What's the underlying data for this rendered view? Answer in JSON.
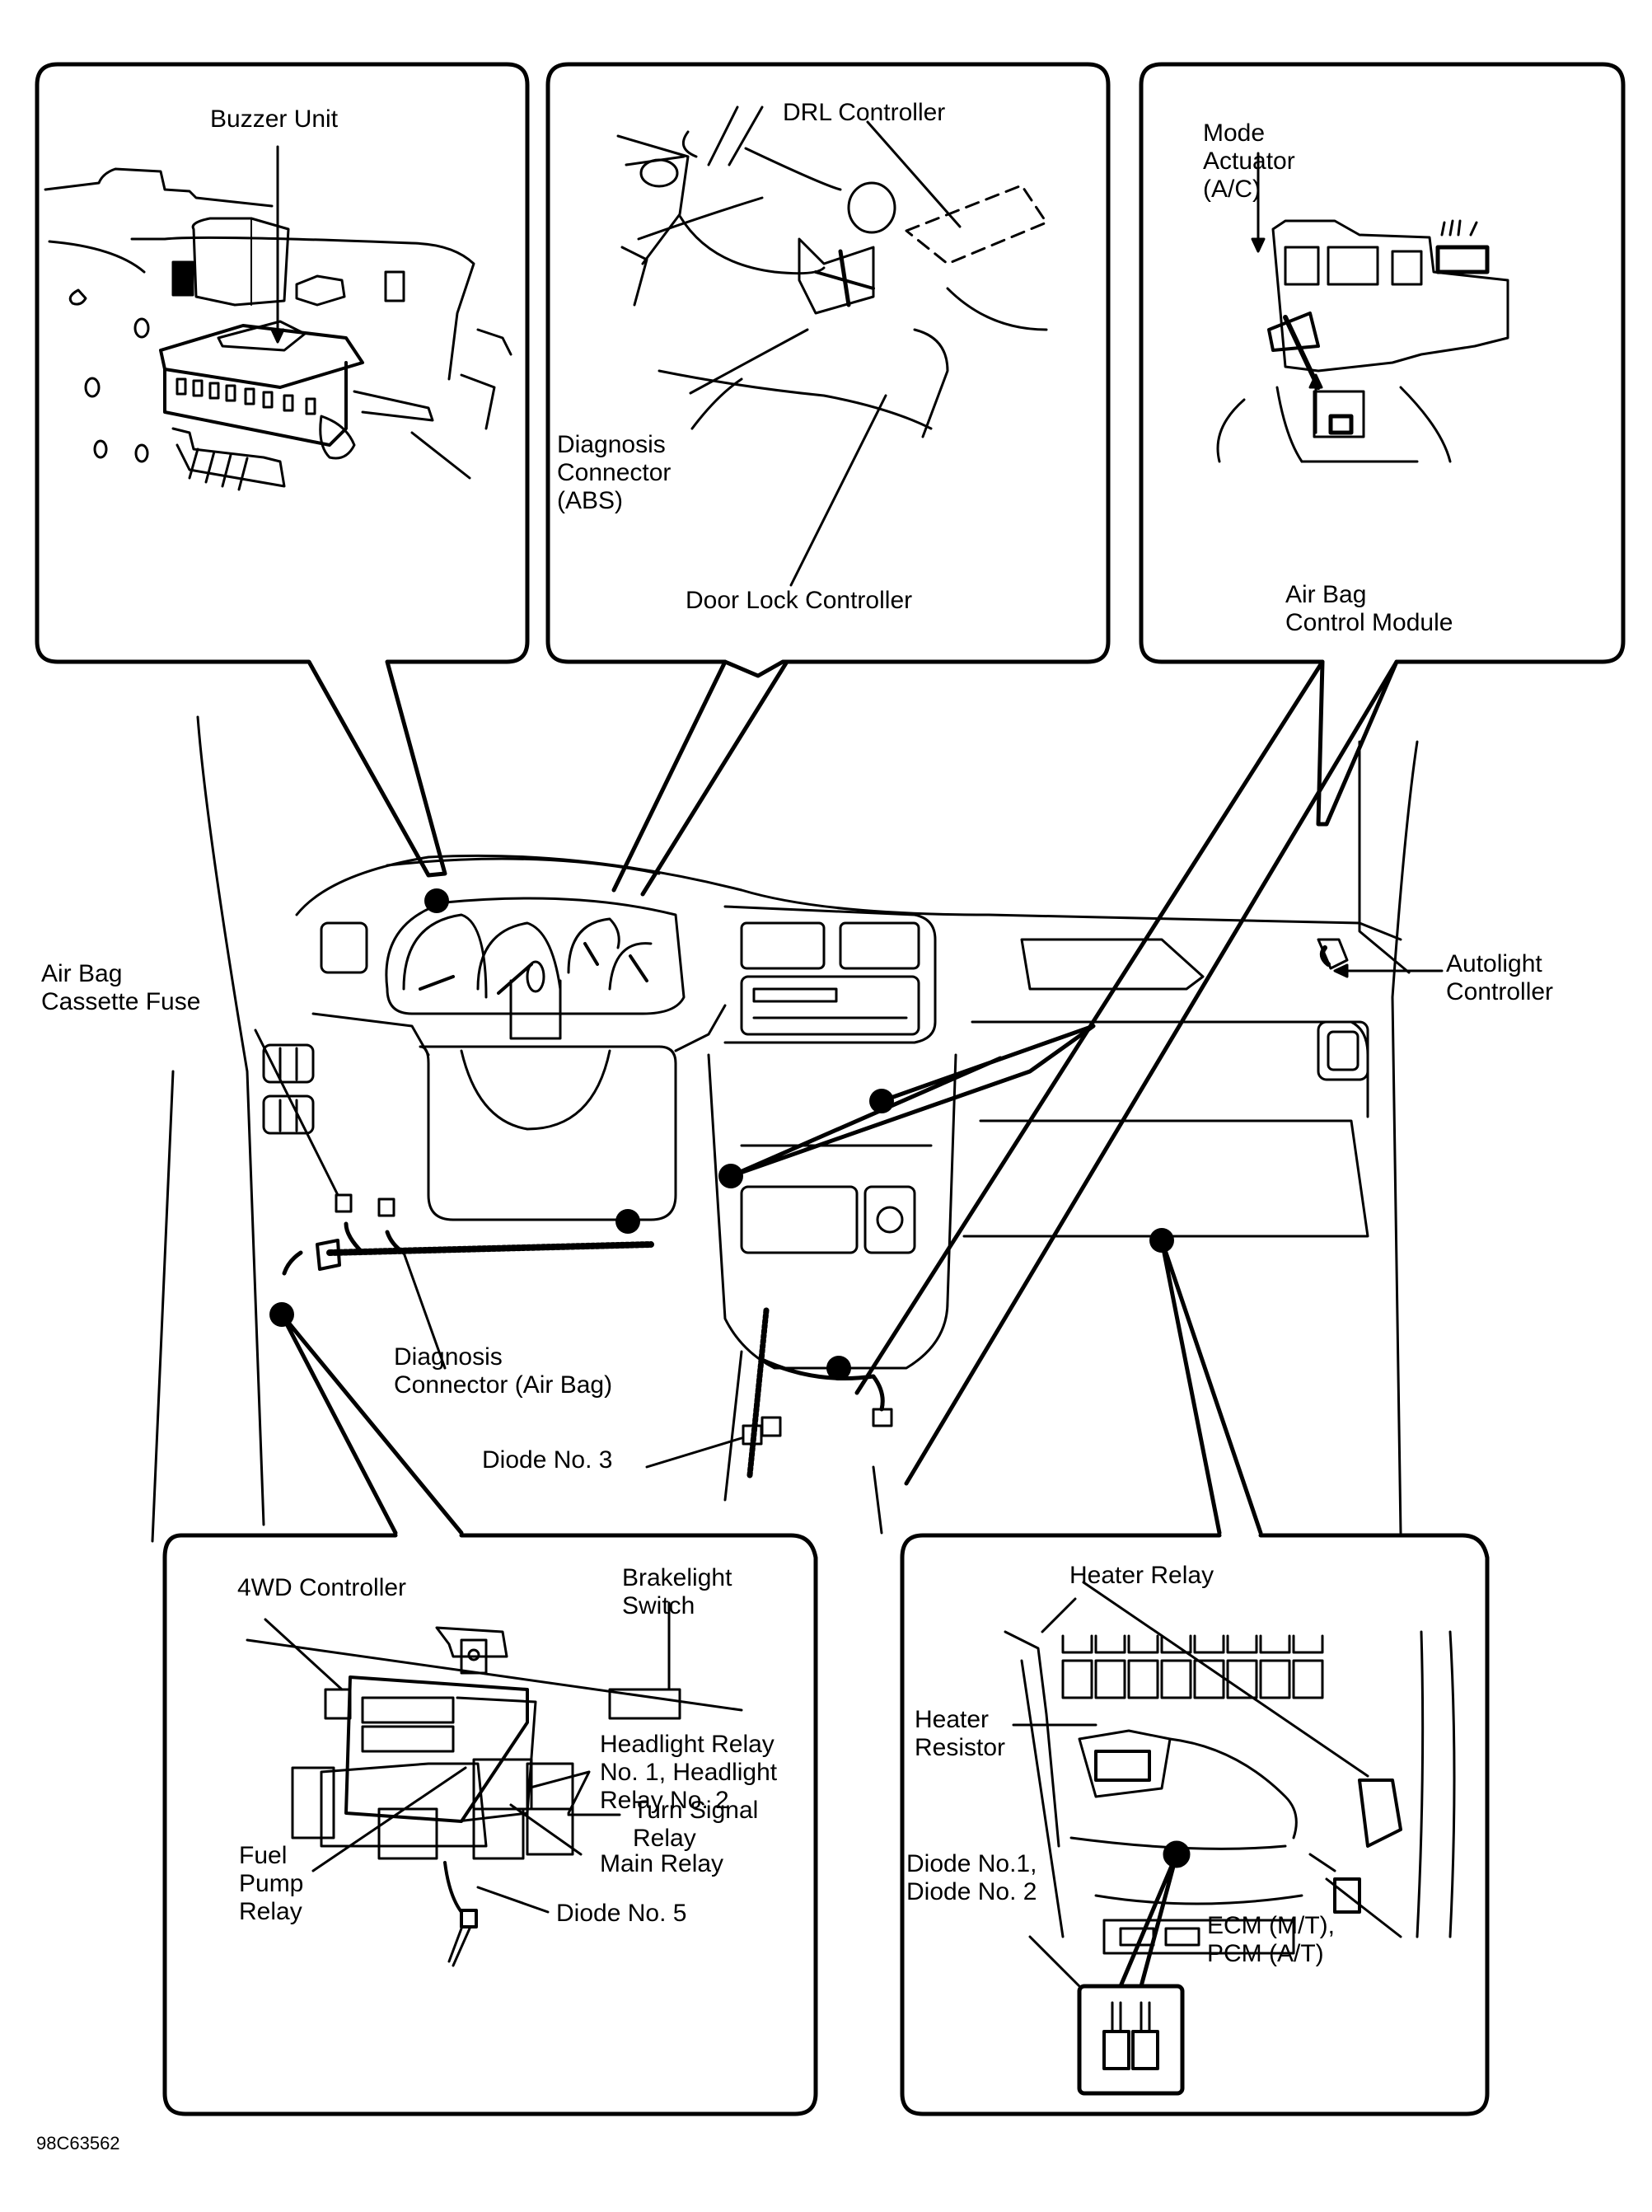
{
  "figure_id": "98C63562",
  "colors": {
    "ink": "#000000",
    "background": "#ffffff"
  },
  "panels": {
    "top_left": {
      "title": "Buzzer Unit area",
      "labels": [
        "Buzzer Unit"
      ]
    },
    "top_center": {
      "labels": [
        "DRL Controller",
        "Diagnosis\nConnector\n(ABS)",
        "Door Lock Controller"
      ]
    },
    "top_right": {
      "labels": [
        "Mode\nActuator\n(A/C)",
        "Air Bag\nControl Module"
      ]
    },
    "bottom_left": {
      "labels": [
        "4WD Controller",
        "Brakelight\nSwitch",
        "Headlight Relay\nNo. 1, Headlight\nRelay No. 2",
        "Turn Signal\nRelay",
        "Main Relay",
        "Fuel\nPump\nRelay",
        "Diode No. 5"
      ]
    },
    "bottom_right": {
      "labels": [
        "Heater Relay",
        "Heater\nResistor",
        "Diode No.1,\nDiode No. 2",
        "ECM (M/T),\nPCM (A/T)"
      ]
    }
  },
  "dashboard": {
    "labels": [
      "Air Bag\nCassette Fuse",
      "Autolight\nController",
      "Diagnosis\nConnector (Air Bag)",
      "Diode No. 3"
    ]
  }
}
